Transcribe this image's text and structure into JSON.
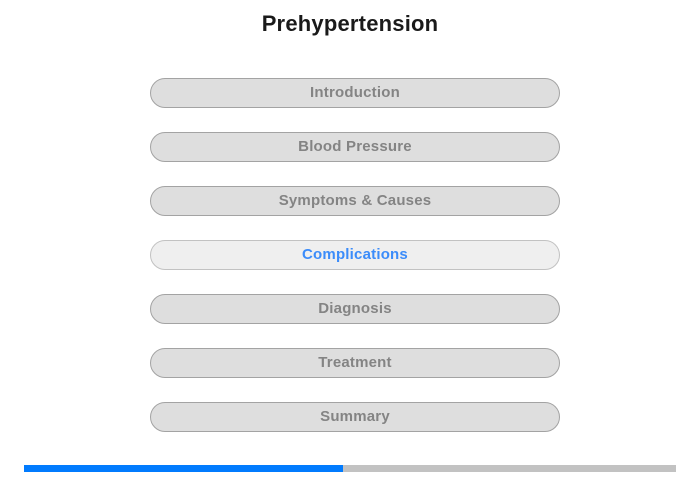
{
  "header": {
    "title": "Prehypertension"
  },
  "nav": {
    "items": [
      {
        "label": "Introduction",
        "active": false
      },
      {
        "label": "Blood Pressure",
        "active": false
      },
      {
        "label": "Symptoms & Causes",
        "active": false
      },
      {
        "label": "Complications",
        "active": true
      },
      {
        "label": "Diagnosis",
        "active": false
      },
      {
        "label": "Treatment",
        "active": false
      },
      {
        "label": "Summary",
        "active": false
      }
    ]
  },
  "progress": {
    "percent": 49,
    "fill_color": "#017bfe",
    "track_color": "#c2c2c2"
  },
  "colors": {
    "page_background": "#ffffff",
    "title_text": "#1a1a1a",
    "button_fill": "#dedede",
    "button_border": "#a3a3a3",
    "button_text": "#848484",
    "active_button_fill": "#efefef",
    "active_button_border": "#c2c2c2",
    "active_button_text": "#3b8cfa"
  }
}
